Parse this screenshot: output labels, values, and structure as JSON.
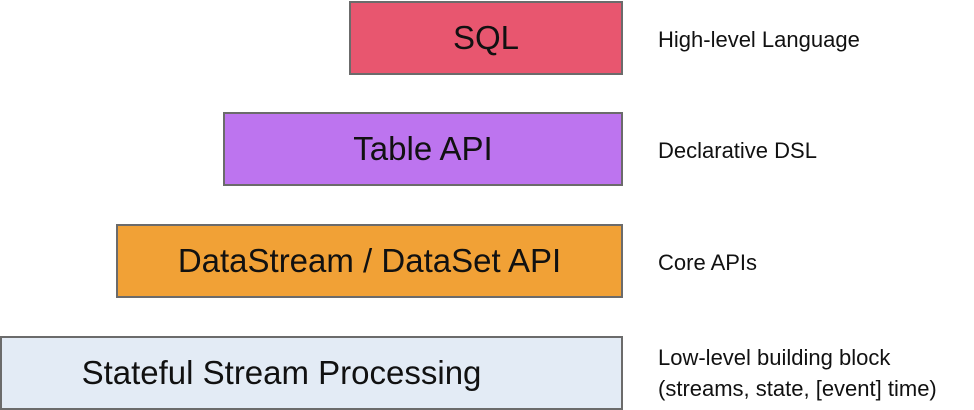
{
  "colors": {
    "sql": "#e8566f",
    "table": "#bd74ef",
    "datastream": "#f1a136",
    "stateful": "#e3ebf5",
    "border": "#6b6b6b"
  },
  "layers": [
    {
      "key": "sql",
      "label": "SQL",
      "description": [
        "High-level Language"
      ]
    },
    {
      "key": "table",
      "label": "Table API",
      "description": [
        "Declarative DSL"
      ]
    },
    {
      "key": "datastream",
      "label": "DataStream / DataSet API",
      "description": [
        "Core APIs"
      ]
    },
    {
      "key": "stateful",
      "label": "Stateful Stream Processing",
      "description": [
        "Low-level building block",
        "(streams, state, [event] time)"
      ]
    }
  ]
}
